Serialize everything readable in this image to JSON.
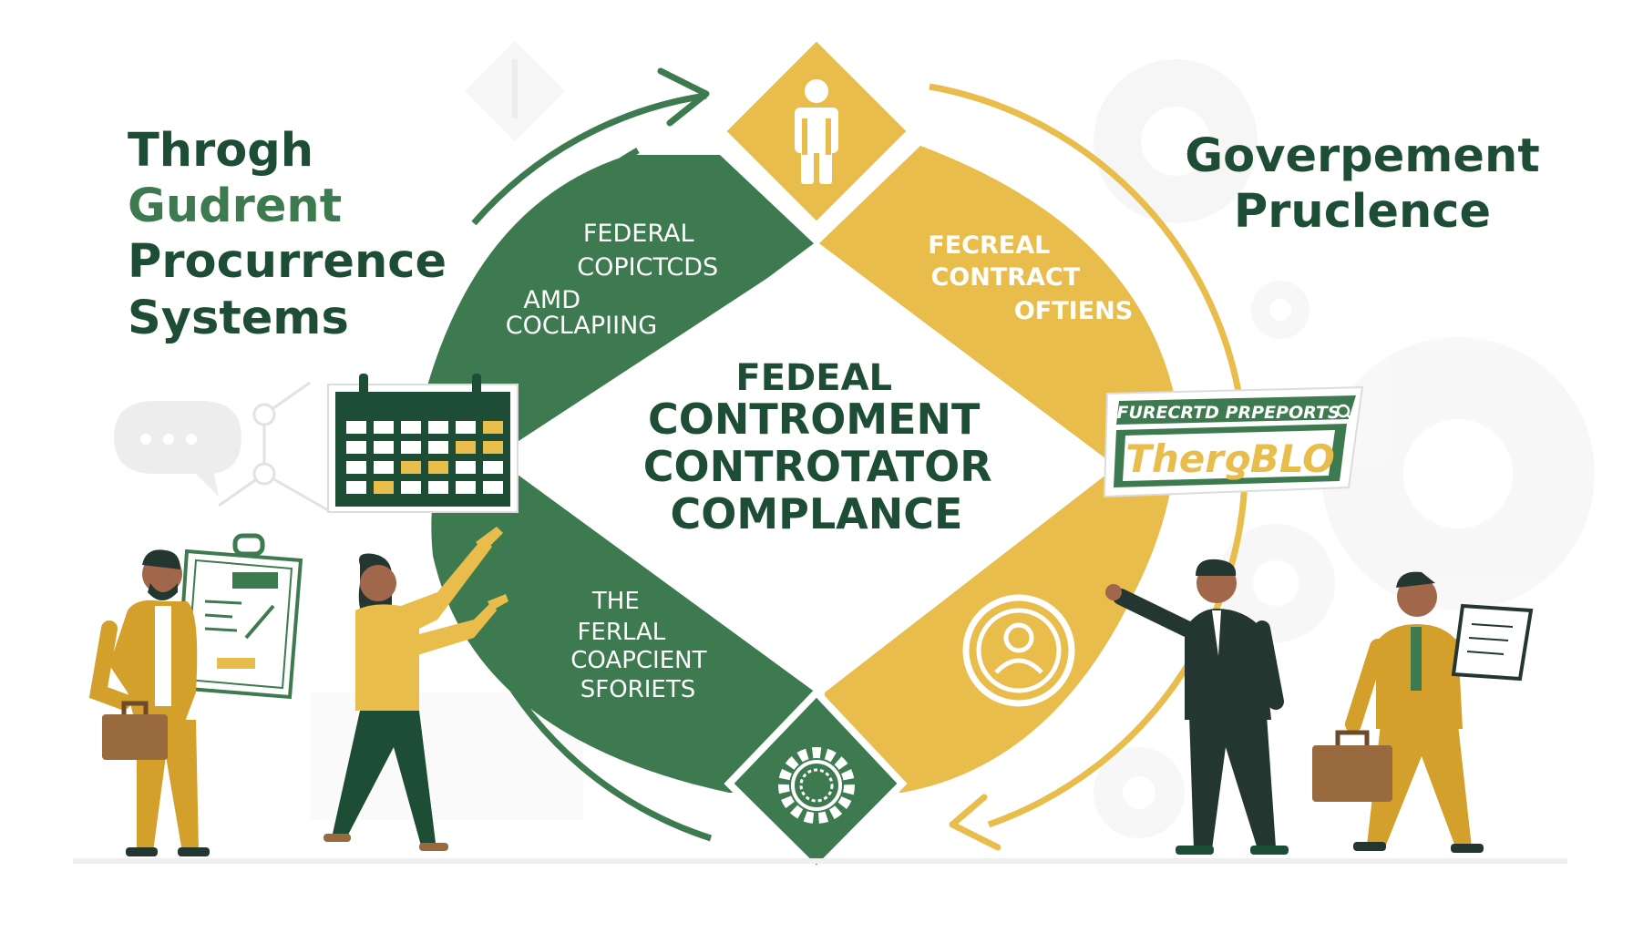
{
  "colors": {
    "green": "#3e7a4f",
    "dark_green": "#1e4d35",
    "yellow": "#e9bd4c",
    "white": "#ffffff",
    "light_gray": "#ececec",
    "mustard_suit": "#d4a02c",
    "dark_suit": "#243630",
    "brown_briefcase": "#9a6a3f"
  },
  "left_title": [
    "Throgh",
    "Gudrent",
    "Procurrence",
    "Systems"
  ],
  "right_title": [
    "Goverpement",
    "Pruclence"
  ],
  "center": {
    "title": [
      "FEDEAL",
      "CONTROMENT",
      "CONTROTATOR",
      "COMPLANCE"
    ]
  },
  "segments": {
    "top_left": [
      "FEDERAL",
      "COPICTCDS",
      "AMD",
      "COCLAPIING"
    ],
    "top_right": [
      "FECREAL",
      "CONTRACT",
      "OFTIENS"
    ],
    "bottom_left": [
      "THE",
      "FERLAL",
      "COAPCIENT",
      "SFORIETS"
    ]
  },
  "sign": {
    "top": "FURECRTD PRPEPORTS",
    "top_icon": "search-icon",
    "bottom": "TherƍBLO"
  },
  "icons": [
    "person-icon",
    "calendar-icon",
    "gear-icon",
    "user-circle-icon",
    "network-icon",
    "chat-bubble-icon",
    "clipboard-icon",
    "tablet-icon",
    "briefcase-icon"
  ]
}
